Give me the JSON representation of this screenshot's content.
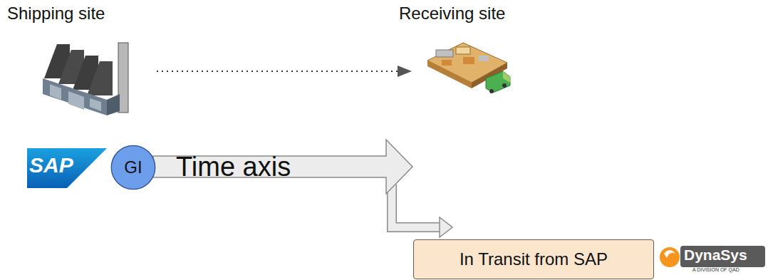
{
  "diagram": {
    "nodes": [
      {
        "text": [
          "GI"
        ]
      },
      {
        "text": [
          "Time axis"
        ]
      },
      {
        "text": [
          "In Transit from SAP"
        ]
      }
    ],
    "edges": [
      {
        "from": 1,
        "to": 2,
        "arrow": "to"
      }
    ],
    "labels": [
      "Shipping site",
      "Receiving site",
      "SAP",
      "DynaSys",
      "A DIVISION OF QAD"
    ]
  }
}
